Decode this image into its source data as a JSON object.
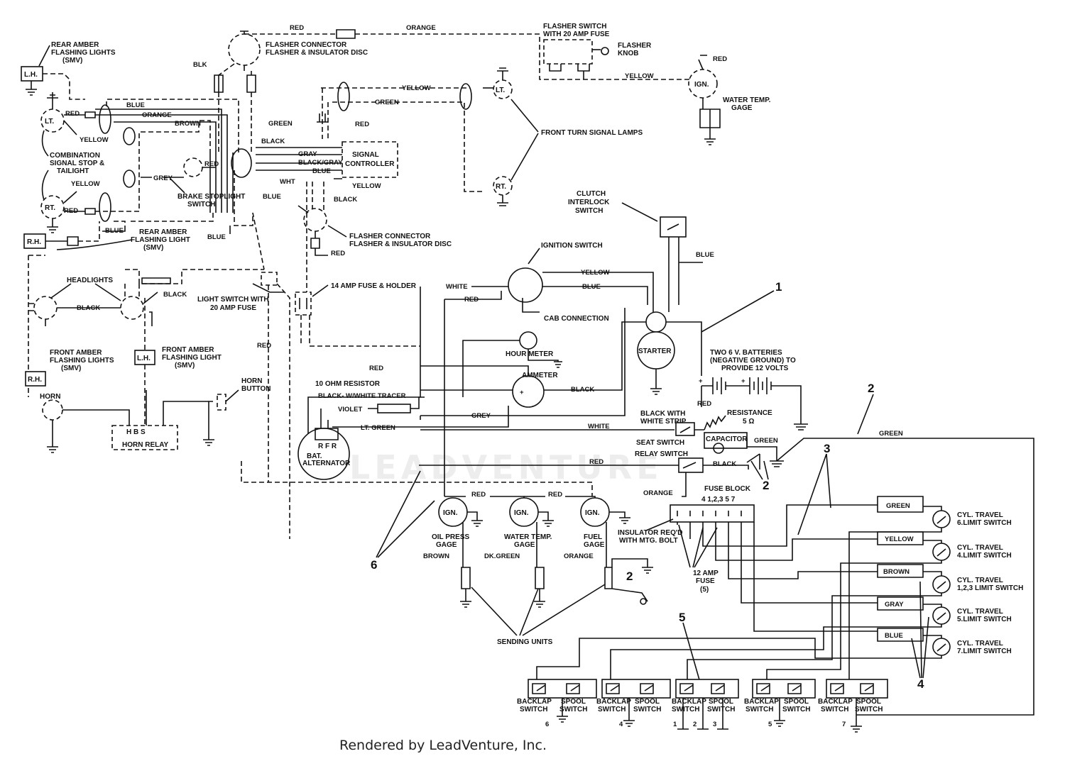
{
  "footer": "Rendered by LeadVenture, Inc.",
  "watermark": "LEADVENTURE",
  "components": {
    "rear_amber_lh_1": "REAR AMBER",
    "rear_amber_lh_2": "FLASHING LIGHTS",
    "rear_amber_lh_3": "(SMV)",
    "lh": "L.H.",
    "lt": "LT.",
    "rt": "RT.",
    "rh": "R.H.",
    "flasher_connector_top_1": "FLASHER CONNECTOR",
    "flasher_connector_top_2": "FLASHER & INSULATOR DISC",
    "flasher_switch_1": "FLASHER SWITCH",
    "flasher_switch_2": "WITH 20 AMP FUSE",
    "flasher_knob_1": "FLASHER",
    "flasher_knob_2": "KNOB",
    "ign": "IGN.",
    "water_temp_gage_top_1": "WATER TEMP.",
    "water_temp_gage_top_2": "GAGE",
    "combination_1": "COMBINATION",
    "combination_2": "SIGNAL STOP &",
    "combination_3": "TAILIGHT",
    "signal_controller_1": "SIGNAL",
    "signal_controller_2": "CONTROLLER",
    "front_turn_signal_lamps": "FRONT TURN SIGNAL LAMPS",
    "brake_stoplight_1": "BRAKE STOPLIGHT",
    "brake_stoplight_2": "SWITCH",
    "rear_amber_rh_1": "REAR AMBER",
    "rear_amber_rh_2": "FLASHING LIGHT",
    "rear_amber_rh_3": "(SMV)",
    "flasher_connector_mid_1": "FLASHER CONNECTOR",
    "flasher_connector_mid_2": "FLASHER & INSULATOR DISC",
    "clutch_interlock_1": "CLUTCH",
    "clutch_interlock_2": "INTERLOCK",
    "clutch_interlock_3": "SWITCH",
    "ignition_switch": "IGNITION SWITCH",
    "headlights": "HEADLIGHTS",
    "light_switch_1": "LIGHT SWITCH WITH",
    "light_switch_2": "20 AMP FUSE",
    "fuse_14": "14 AMP FUSE & HOLDER",
    "cab_connection": "CAB CONNECTION",
    "starter": "STARTER",
    "hour_meter": "HOUR METER",
    "front_amber_lh_1": "FRONT AMBER",
    "front_amber_lh_2": "FLASHING LIGHTS",
    "front_amber_lh_3": "(SMV)",
    "front_amber_lh2_1": "FRONT AMBER",
    "front_amber_lh2_2": "FLASHING LIGHT",
    "front_amber_lh2_3": "(SMV)",
    "ammeter": "AMMETER",
    "batteries_1": "TWO 6 V. BATTERIES",
    "batteries_2": "(NEGATIVE GROUND) TO",
    "batteries_3": "PROVIDE 12 VOLTS",
    "resistor_10": "10 OHM RESISTOR",
    "horn": "HORN",
    "horn_button_1": "HORN",
    "horn_button_2": "BUTTON",
    "horn_relay": "HORN RELAY",
    "horn_relay_pins": "H   B   S",
    "black_white_strip_1": "BLACK WITH",
    "black_white_strip_2": "WHITE STRIP",
    "resistance_1": "RESISTANCE",
    "resistance_2": "5 Ω",
    "seat_switch": "SEAT SWITCH",
    "capacitor": "CAPACITOR",
    "relay_switch": "RELAY SWITCH",
    "bat": "BAT.",
    "alternator": "ALTERNATOR",
    "alt_pins": "R  F R",
    "fuse_block": "FUSE BLOCK",
    "fuse_block_nums": "4   1,2,3  5    7",
    "oil_press_1": "OIL PRESS",
    "oil_press_2": "GAGE",
    "water_temp_2_1": "WATER TEMP.",
    "water_temp_2_2": "GAGE",
    "fuel_gage_1": "FUEL",
    "fuel_gage_2": "GAGE",
    "insulator_1": "INSULATOR REQ'D",
    "insulator_2": "WITH MTG. BOLT",
    "fuse_12_1": "12 AMP",
    "fuse_12_2": "FUSE",
    "fuse_12_3": "(5)",
    "sending_units": "SENDING UNITS",
    "cyl6_1": "CYL. TRAVEL",
    "cyl6_2": "6.LIMIT SWITCH",
    "cyl4_1": "CYL. TRAVEL",
    "cyl4_2": "4.LIMIT SWITCH",
    "cyl123_1": "CYL. TRAVEL",
    "cyl123_2": "1,2,3 LIMIT SWITCH",
    "cyl5_1": "CYL. TRAVEL",
    "cyl5_2": "5.LIMIT SWITCH",
    "cyl7_1": "CYL. TRAVEL",
    "cyl7_2": "7.LIMIT SWITCH",
    "backlap_1": "BACKLAP",
    "backlap_2": "SWITCH",
    "spool_1": "SPOOL",
    "spool_2": "SWITCH"
  },
  "wires": {
    "red": "RED",
    "orange": "ORANGE",
    "yellow": "YELLOW",
    "green": "GREEN",
    "blue": "BLUE",
    "brown": "BROWN",
    "black": "BLACK",
    "blk": "BLK",
    "gray": "GRAY",
    "grey": "GREY",
    "white": "WHITE",
    "wht": "WHT",
    "violet": "VIOLET",
    "black_gray": "BLACK/GRAY",
    "black_w_tracer": "BLACK- W/WHITE TRACER",
    "lt_green": "LT. GREEN",
    "dk_green": "DK.GREEN"
  },
  "callouts": {
    "n1": "1",
    "n2": "2",
    "n3": "3",
    "n4": "4",
    "n5": "5",
    "n6": "6",
    "g1": "1",
    "g2": "2",
    "g3": "3",
    "g4": "4",
    "g5": "5",
    "g6": "6",
    "g7": "7"
  }
}
